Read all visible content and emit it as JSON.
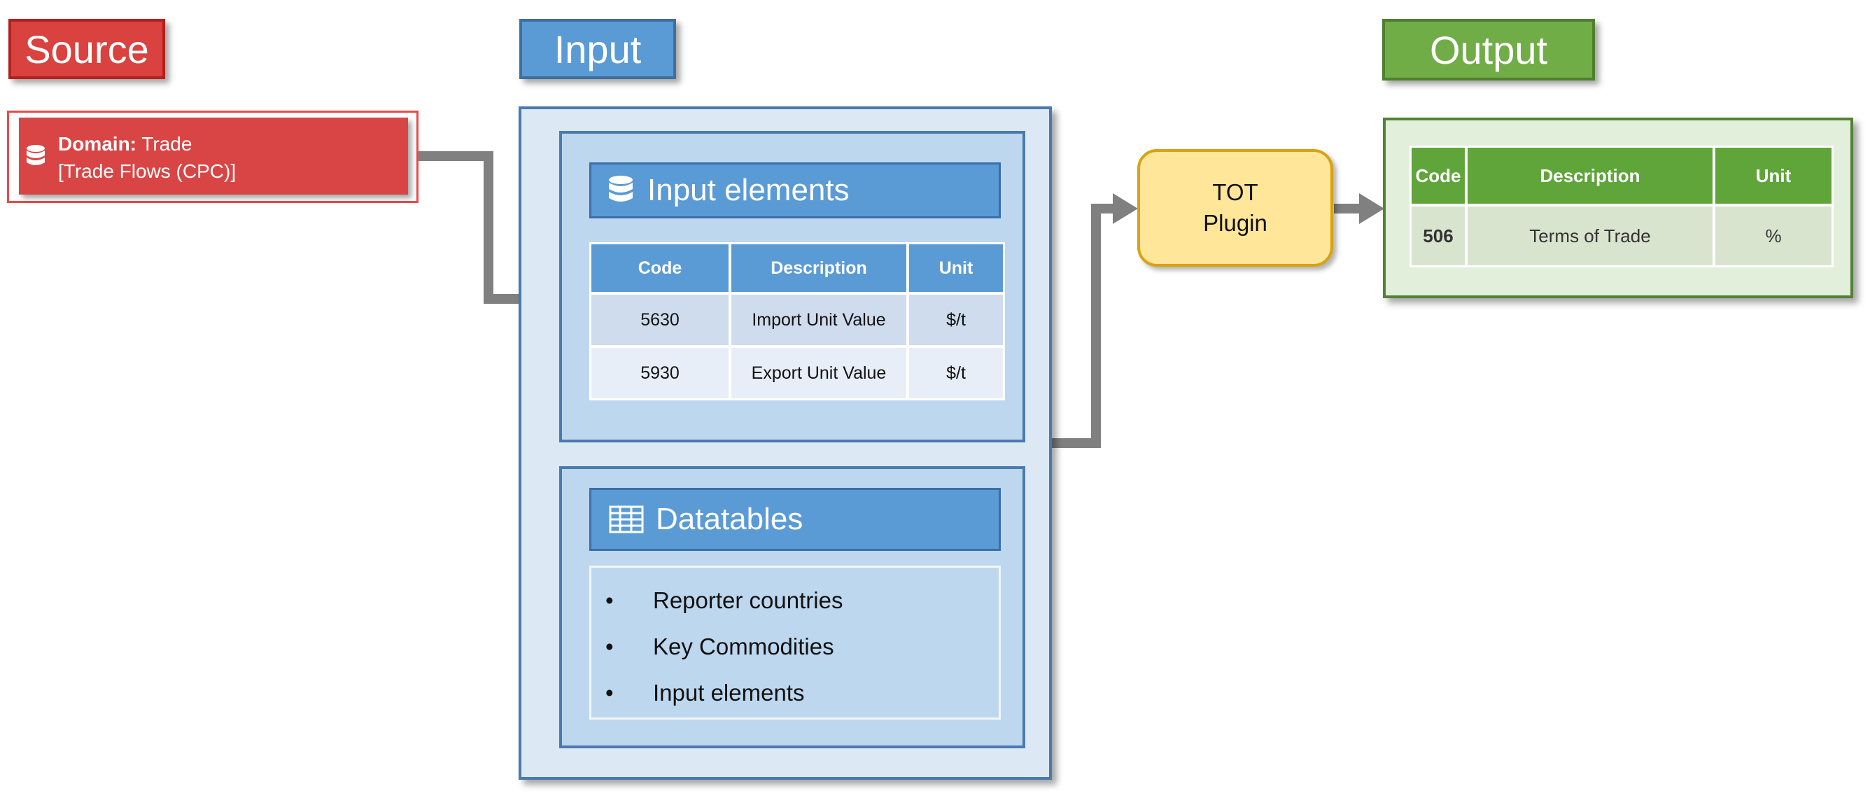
{
  "source": {
    "header": "Source",
    "domain_label": "Domain:",
    "domain_value": "Trade",
    "dataset": "[Trade Flows (CPC)]",
    "icon": "database-icon"
  },
  "input": {
    "header": "Input",
    "elements": {
      "title": "Input elements",
      "icon": "database-icon",
      "columns": [
        "Code",
        "Description",
        "Unit"
      ],
      "rows": [
        [
          "5630",
          "Import Unit Value",
          "$/t"
        ],
        [
          "5930",
          "Export Unit Value",
          "$/t"
        ]
      ]
    },
    "datatables": {
      "title": "Datatables",
      "icon": "table-icon",
      "bullet": "•",
      "items": [
        "Reporter countries",
        "Key Commodities",
        "Input elements"
      ]
    }
  },
  "plugin": {
    "line1": "TOT",
    "line2": "Plugin"
  },
  "output": {
    "header": "Output",
    "columns": [
      "Code",
      "Description",
      "Unit"
    ],
    "rows": [
      [
        "506",
        "Terms of Trade",
        "%"
      ]
    ]
  },
  "colors": {
    "source_red": "#d9423f",
    "input_blue": "#5b9bd5",
    "output_green": "#70ad47",
    "plugin_yellow": "#ffe699",
    "arrow_gray": "#7f7f7f"
  }
}
